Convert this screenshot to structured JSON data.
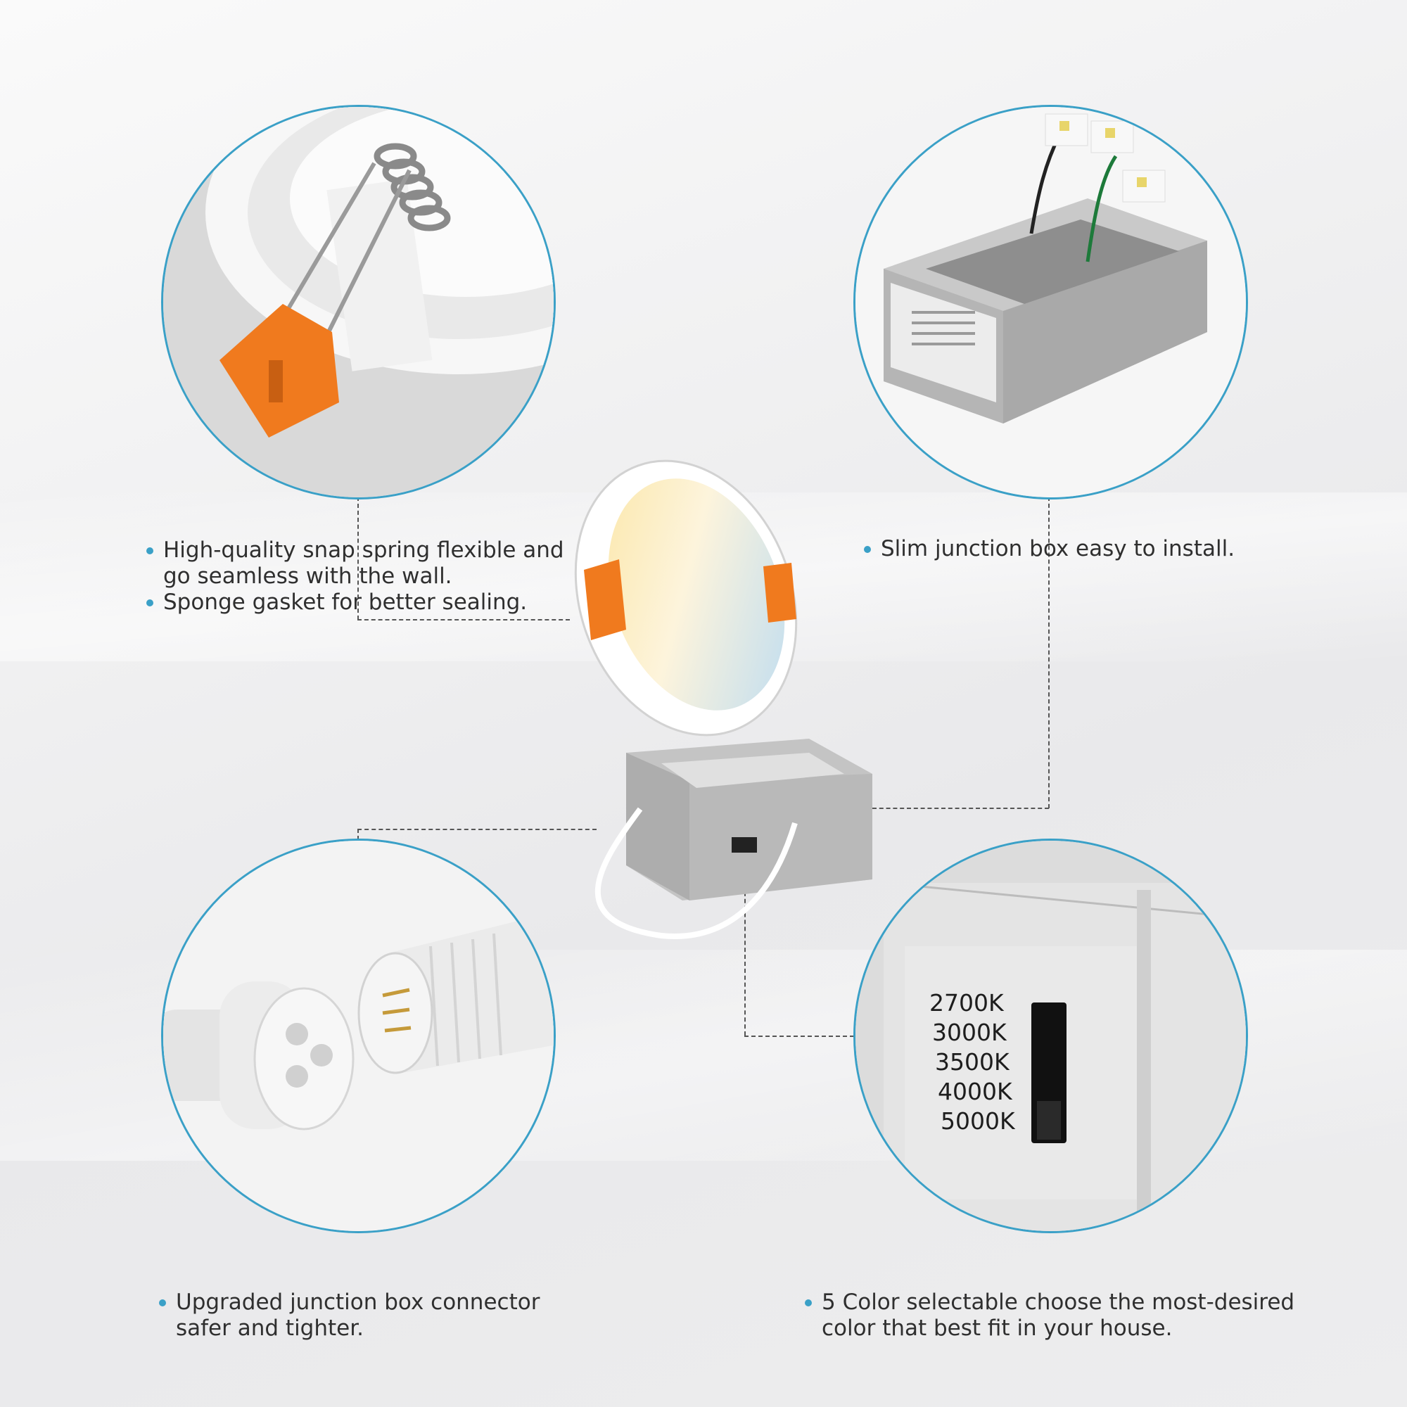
{
  "features": {
    "spring": {
      "lines": [
        "High-quality snap spring flexible and go seamless with the wall.",
        "Sponge gasket for better sealing."
      ]
    },
    "junction_box": {
      "lines": [
        "Slim junction box easy to install."
      ]
    },
    "connector": {
      "lines": [
        "Upgraded junction box connector safer and tighter."
      ]
    },
    "color_select": {
      "lines": [
        "5 Color selectable choose the most-desired color that best fit in your house."
      ],
      "switch_labels": [
        "2700K",
        "3000K",
        "3500K",
        "4000K",
        "5000K"
      ]
    }
  },
  "colors": {
    "circle_border": "#3aa0c7",
    "bullet": "#3aa0c7",
    "clip_orange": "#f07a1e"
  }
}
